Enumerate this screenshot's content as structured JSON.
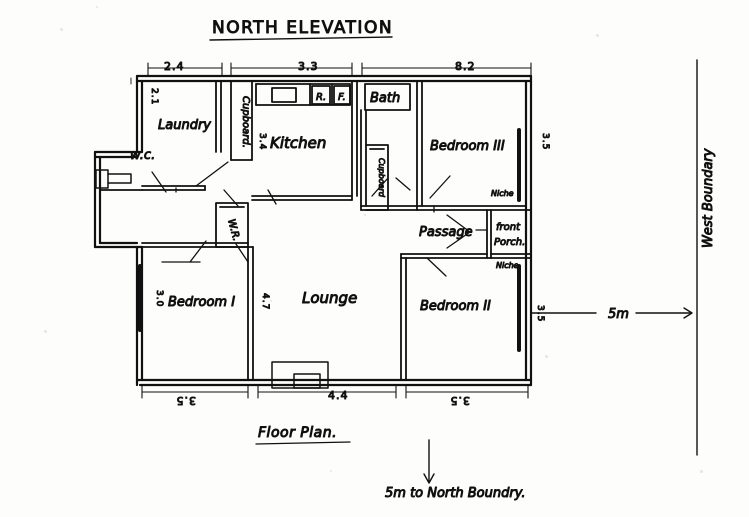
{
  "drawing": {
    "title": "NORTH ELEVATION",
    "subtitle": "Floor Plan.",
    "bottom_note": "5m to North Boundry.",
    "ink_color": "#111111",
    "paper_color": "#fdfdfb"
  },
  "rooms": [
    {
      "id": "laundry",
      "label": "Laundry"
    },
    {
      "id": "wc",
      "label": "w.c."
    },
    {
      "id": "cupboard-1",
      "label": "Cupboard."
    },
    {
      "id": "kitchen",
      "label": "Kitchen"
    },
    {
      "id": "range",
      "label": "R."
    },
    {
      "id": "fridge",
      "label": "F."
    },
    {
      "id": "bath",
      "label": "Bath"
    },
    {
      "id": "cupboard-2",
      "label": "Cupboard"
    },
    {
      "id": "bedroom-3",
      "label": "Bedroom III"
    },
    {
      "id": "passage",
      "label": "Passage"
    },
    {
      "id": "front-porch-1",
      "label": "front"
    },
    {
      "id": "front-porch-2",
      "label": "Porch."
    },
    {
      "id": "wardrobe",
      "label": "W.R."
    },
    {
      "id": "bedroom-1",
      "label": "Bedroom I"
    },
    {
      "id": "lounge",
      "label": "Lounge"
    },
    {
      "id": "bedroom-2",
      "label": "Bedroom II"
    },
    {
      "id": "niche-top",
      "label": "Niche"
    },
    {
      "id": "niche-bottom",
      "label": "Niche"
    }
  ],
  "dimensions": {
    "top": [
      {
        "id": "top-laundry",
        "value": "2.4"
      },
      {
        "id": "top-kitchen",
        "value": "3.3"
      },
      {
        "id": "top-right",
        "value": "8.2"
      }
    ],
    "bottom": [
      {
        "id": "bot-bedroom1",
        "value": "3.5"
      },
      {
        "id": "bot-lounge",
        "value": "4.4"
      },
      {
        "id": "bot-bedroom2",
        "value": "3.5"
      }
    ],
    "vertical": [
      {
        "id": "v-laundry",
        "value": "2.1"
      },
      {
        "id": "v-kitchen",
        "value": "3.4"
      },
      {
        "id": "v-bedroom3",
        "value": "3.5"
      },
      {
        "id": "v-bedroom2",
        "value": "3.5"
      },
      {
        "id": "v-bedroom1",
        "value": "3.0"
      },
      {
        "id": "v-lounge",
        "value": "4.7"
      }
    ]
  },
  "boundaries": {
    "west_label": "West Boundary",
    "west_offset": "5m",
    "north_note": "5m to North Boundry."
  }
}
